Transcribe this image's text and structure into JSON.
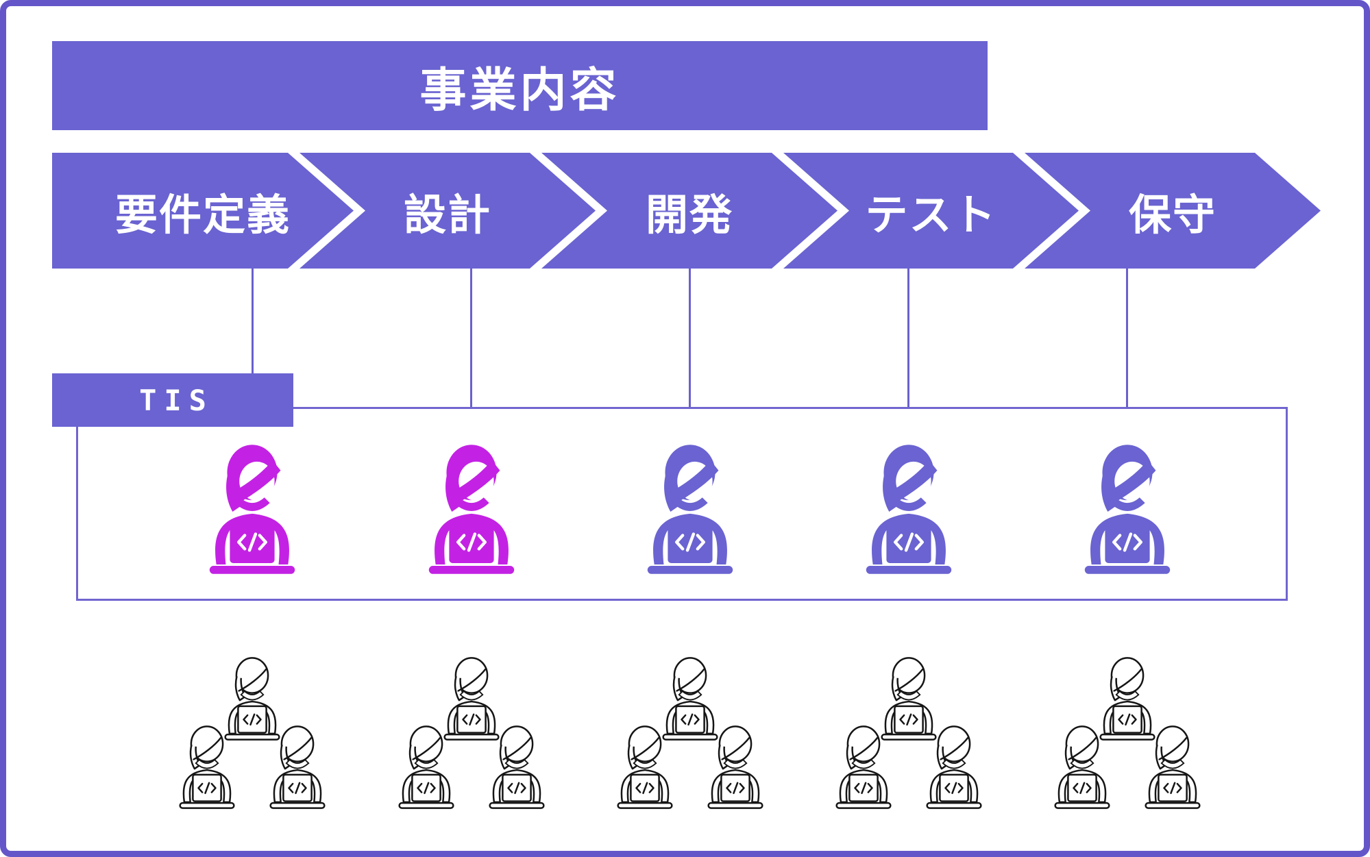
{
  "page": {
    "background": "#ffffff",
    "border_color": "#6456C8",
    "accent_purple": "#6A63D1",
    "accent_magenta": "#C322E4",
    "outline_black": "#151515"
  },
  "banner": {
    "title": "事業内容"
  },
  "flow": {
    "steps": [
      {
        "label": "要件定義"
      },
      {
        "label": "設計"
      },
      {
        "label": "開発"
      },
      {
        "label": "テスト"
      },
      {
        "label": "保守"
      }
    ]
  },
  "tis": {
    "label": "TIS",
    "code_glyph": "</>",
    "workers": [
      {
        "step": "要件定義",
        "color_name": "magenta",
        "hex": "#C322E4"
      },
      {
        "step": "設計",
        "color_name": "magenta",
        "hex": "#C322E4"
      },
      {
        "step": "開発",
        "color_name": "purple",
        "hex": "#6A63D1"
      },
      {
        "step": "テスト",
        "color_name": "purple",
        "hex": "#6A63D1"
      },
      {
        "step": "保守",
        "color_name": "purple",
        "hex": "#6A63D1"
      }
    ]
  },
  "teams": {
    "group_count": 5,
    "members_per_group": 3,
    "style": "outline"
  }
}
